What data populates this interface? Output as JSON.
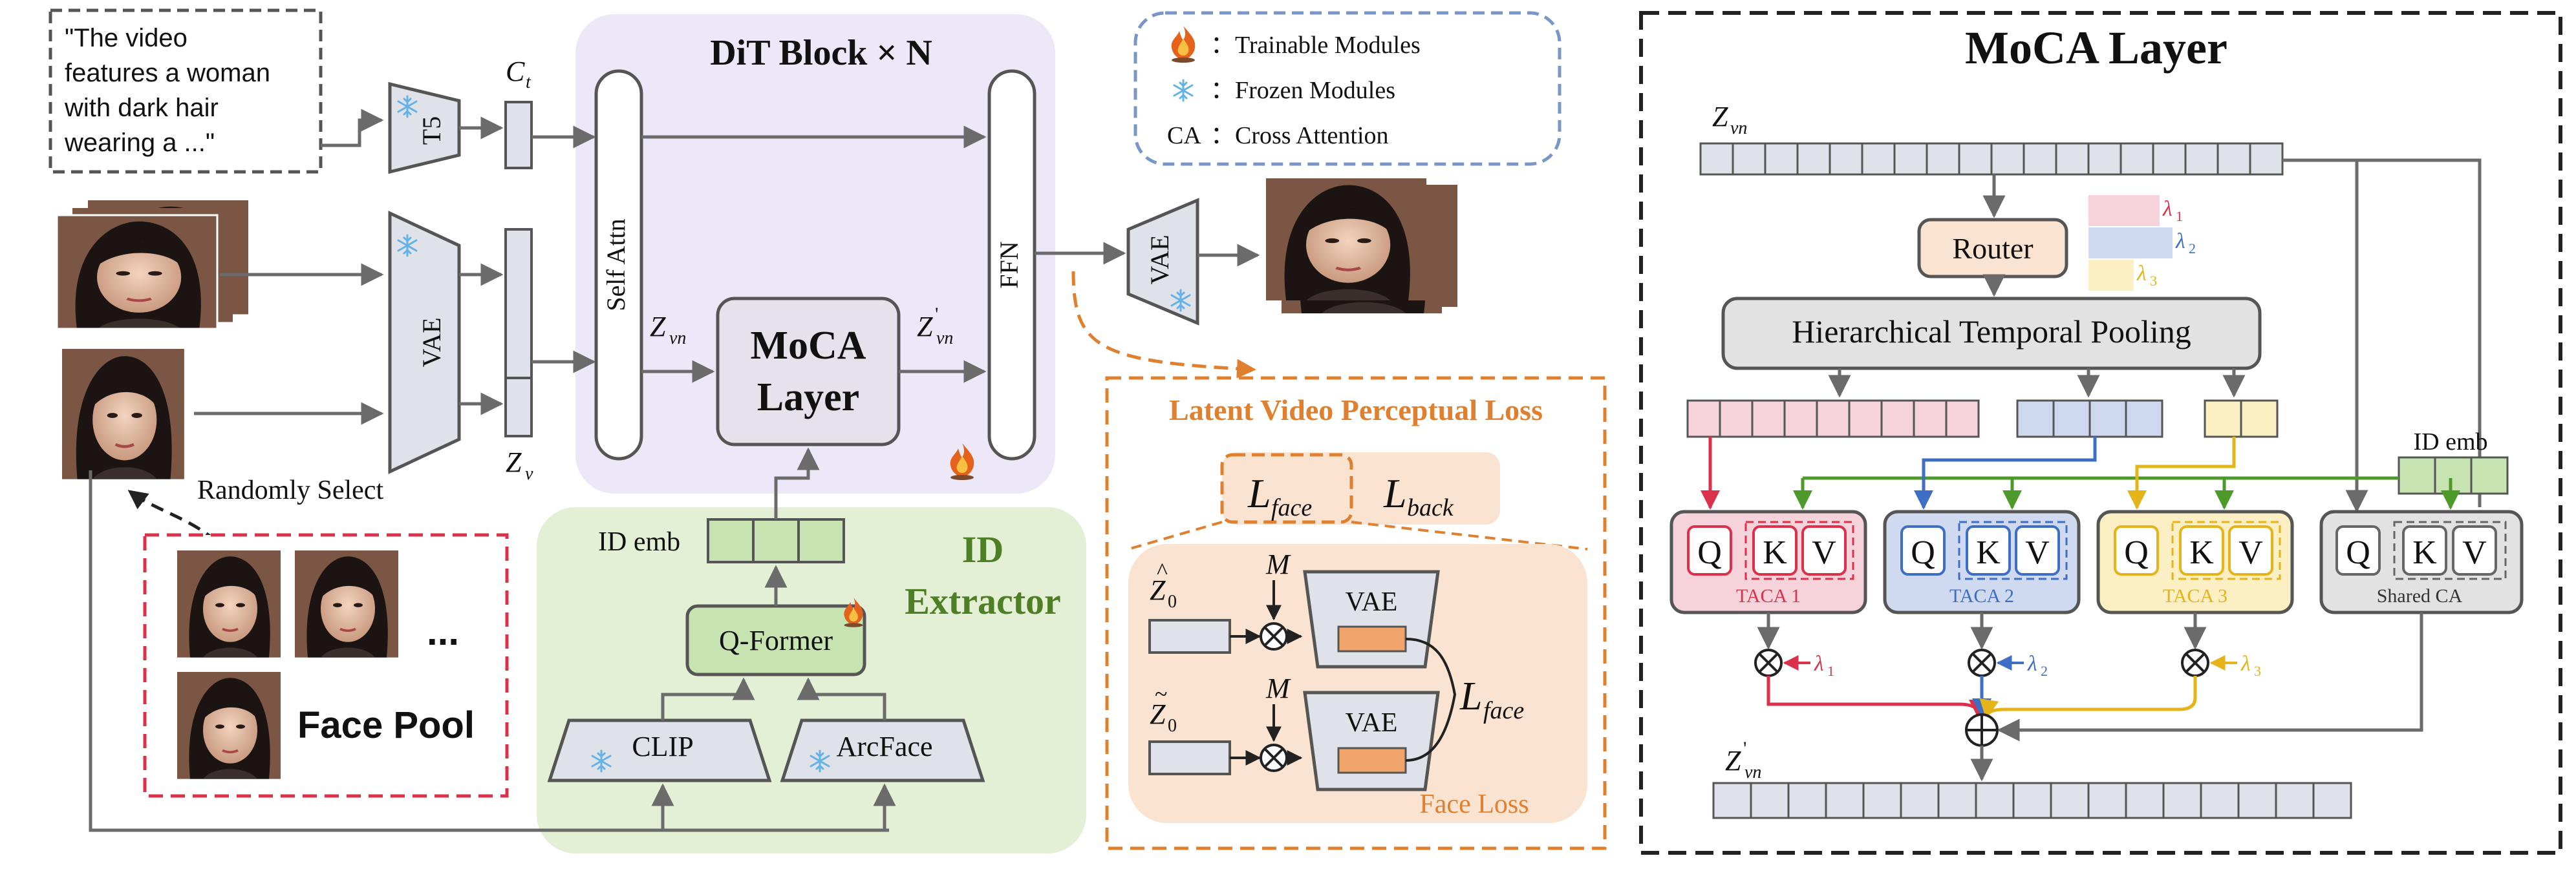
{
  "prompt_text": {
    "line1": "\"The video",
    "line2": "features a woman",
    "line3": "with dark hair",
    "line4": "wearing  a ...\""
  },
  "encoders": {
    "t5": "T5",
    "vae_in": "VAE",
    "vae_out": "VAE"
  },
  "symbols": {
    "c_t": "C",
    "c_t_sub": "t",
    "z_v": "Z",
    "z_v_sub": "v",
    "z_vn": "Z",
    "z_vn_sub": "vn",
    "z_vn_prime_sub": "vn",
    "prime": "'"
  },
  "dit": {
    "title": "DiT Block × N",
    "self_attn": "Self Attn",
    "ffn": "FFN",
    "moca_line1": "MoCA",
    "moca_line2": "Layer"
  },
  "id_extractor": {
    "title_line1": "ID",
    "title_line2": "Extractor",
    "id_emb": "ID emb",
    "qformer": "Q-Former",
    "clip": "CLIP",
    "arcface": "ArcFace"
  },
  "face_pool": {
    "randomly_select": "Randomly Select",
    "ellipsis": "...",
    "title": "Face Pool"
  },
  "legend": {
    "trainable": "：Trainable Modules",
    "frozen": "：Frozen Modules",
    "ca_abbr": "CA",
    "ca_desc": "：Cross Attention"
  },
  "loss": {
    "title": "Latent Video Perceptual Loss",
    "l_face": "L",
    "l_face_sub": "face",
    "l_back": "L",
    "l_back_sub": "back",
    "z0": "Z",
    "z0_sub": "0",
    "m": "M",
    "vae": "VAE",
    "face_loss": "Face Loss"
  },
  "moca": {
    "title": "MoCA Layer",
    "router": "Router",
    "htp": "Hierarchical Temporal Pooling",
    "lambda": "λ",
    "l1": "1",
    "l2": "2",
    "l3": "3",
    "id_emb": "ID emb",
    "q": "Q",
    "k": "K",
    "v": "V",
    "taca1": "TACA 1",
    "taca2": "TACA 2",
    "taca3": "TACA 3",
    "shared": "Shared CA"
  },
  "colors": {
    "lavender": "#ece8f8",
    "green_panel": "#e3f0d5",
    "gray_box": "#dfe2e8",
    "orange_dash": "#e0802e",
    "red_dash": "#d9324a",
    "blue_legend": "#7a96c8",
    "pink": "#f6d2da",
    "blue": "#cfd9f0",
    "yellow": "#fbefc3",
    "green_box": "#c7e3b2",
    "red_line": "#d9324a",
    "blue_line": "#3e6fc4",
    "yellow_line": "#e5b31a",
    "green_line": "#4d9a2a"
  }
}
